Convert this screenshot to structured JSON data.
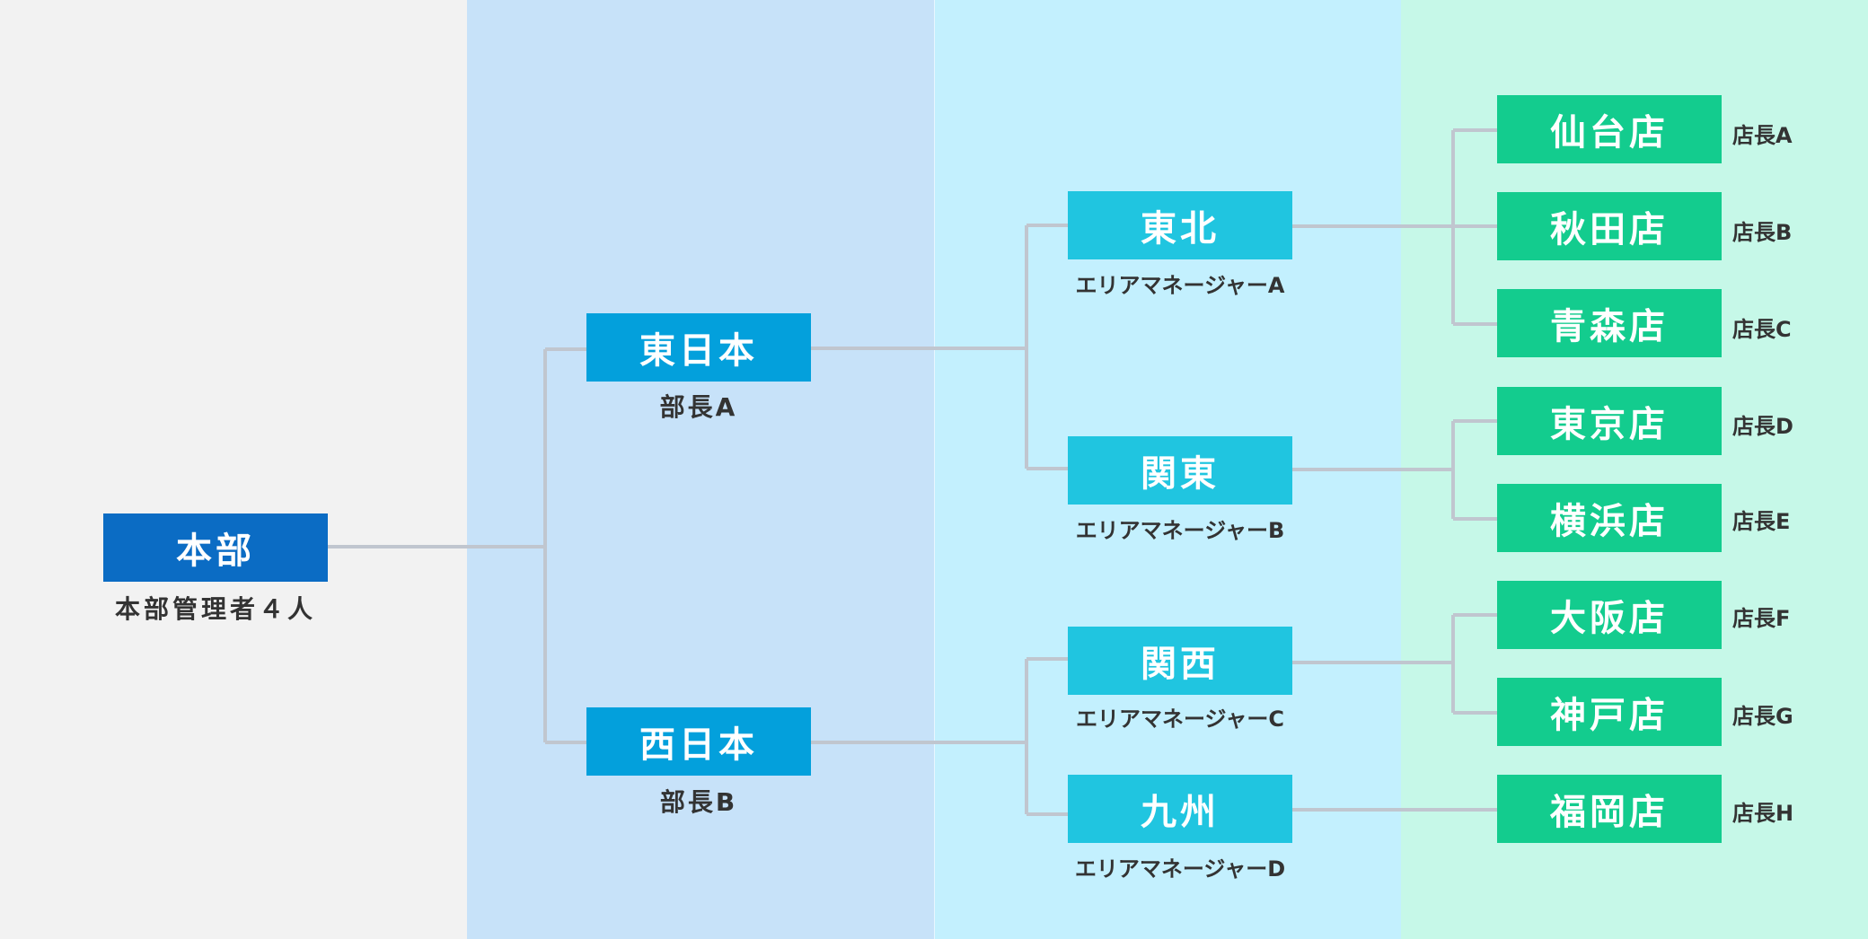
{
  "hq": {
    "name": "本部",
    "sub": "本部管理者４人"
  },
  "divisions": [
    {
      "name": "東日本",
      "head": "部長A"
    },
    {
      "name": "西日本",
      "head": "部長B"
    }
  ],
  "areas": [
    {
      "name": "東北",
      "manager": "エリアマネージャーA"
    },
    {
      "name": "関東",
      "manager": "エリアマネージャーB"
    },
    {
      "name": "関西",
      "manager": "エリアマネージャーC"
    },
    {
      "name": "九州",
      "manager": "エリアマネージャーD"
    }
  ],
  "stores": [
    {
      "name": "仙台店",
      "manager": "店長A"
    },
    {
      "name": "秋田店",
      "manager": "店長B"
    },
    {
      "name": "青森店",
      "manager": "店長C"
    },
    {
      "name": "東京店",
      "manager": "店長D"
    },
    {
      "name": "横浜店",
      "manager": "店長E"
    },
    {
      "name": "大阪店",
      "manager": "店長F"
    },
    {
      "name": "神戸店",
      "manager": "店長G"
    },
    {
      "name": "福岡店",
      "manager": "店長H"
    }
  ],
  "colors": {
    "hq": "#0b6cc4",
    "division": "#03a0dc",
    "area": "#20c5e0",
    "store": "#13cc8e",
    "connector": "#c0c6cf"
  }
}
